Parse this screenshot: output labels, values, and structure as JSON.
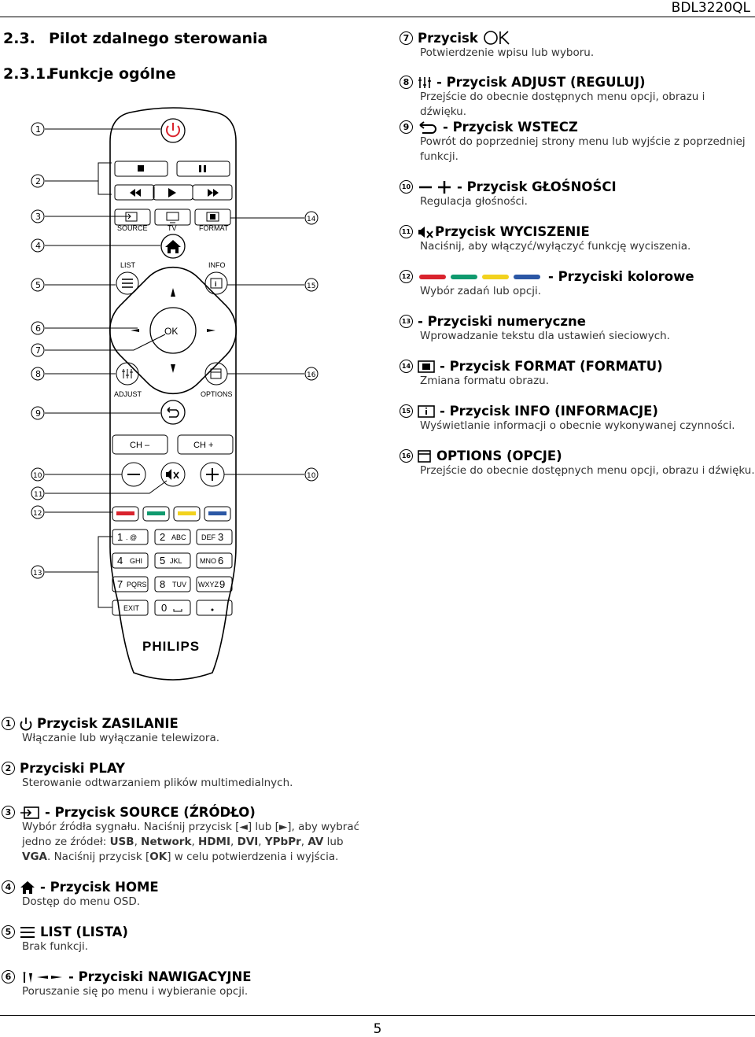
{
  "header": {
    "model": "BDL3220QL"
  },
  "sections": {
    "s1_num": "2.3.",
    "s1_title": "Pilot zdalnego sterowania",
    "s2_num": "2.3.1.",
    "s2_title": "Funkcje ogólne"
  },
  "remote": {
    "callouts_left": [
      "1",
      "2",
      "3",
      "4",
      "5",
      "6",
      "7",
      "8",
      "9",
      "10",
      "11",
      "12",
      "13"
    ],
    "callouts_right": [
      "14",
      "15",
      "16",
      "10"
    ],
    "labels": {
      "source": "SOURCE",
      "tv": "TV",
      "format": "FORMAT",
      "list": "LIST",
      "info": "INFO",
      "ok": "OK",
      "adjust": "ADJUST",
      "options": "OPTIONS",
      "ch_minus": "CH",
      "ch_plus": "CH",
      "brand": "PHILIPS",
      "exit": "EXIT"
    },
    "keypad": [
      {
        "num": "1",
        "sub": ". @"
      },
      {
        "num": "2",
        "sub": "ABC"
      },
      {
        "num": "3",
        "sub": "DEF"
      },
      {
        "num": "4",
        "sub": "GHI"
      },
      {
        "num": "5",
        "sub": "JKL"
      },
      {
        "num": "6",
        "sub": "MNO"
      },
      {
        "num": "7",
        "sub": "PQRS"
      },
      {
        "num": "8",
        "sub": "TUV"
      },
      {
        "num": "9",
        "sub": "WXYZ"
      },
      {
        "num": "0",
        "sub": ""
      }
    ],
    "colors": {
      "red": "#d9232d",
      "green": "#0f9a6e",
      "yellow": "#f2d21e",
      "blue": "#2b57a5"
    }
  },
  "right_items": [
    {
      "n": "7",
      "title": "Przycisk",
      "desc": "Potwierdzenie wpisu lub wyboru."
    },
    {
      "n": "8",
      "title": "- Przycisk ADJUST (REGULUJ)",
      "desc": "Przejście do obecnie dostępnych menu opcji, obrazu i dźwięku."
    },
    {
      "n": "9",
      "title": "- Przycisk WSTECZ",
      "desc": "Powrót do poprzedniej strony menu lub wyjście z poprzedniej funkcji."
    },
    {
      "n": "10",
      "title": "- Przycisk GŁOŚNOŚCI",
      "desc": "Regulacja głośności."
    },
    {
      "n": "11",
      "title": "Przycisk WYCISZENIE",
      "desc": "Naciśnij, aby włączyć/wyłączyć funkcję wyciszenia."
    },
    {
      "n": "12",
      "title": "- Przyciski kolorowe",
      "desc": "Wybór zadań lub opcji."
    },
    {
      "n": "13",
      "title": "- Przyciski numeryczne",
      "desc": "Wprowadzanie tekstu dla ustawień sieciowych."
    },
    {
      "n": "14",
      "title": "- Przycisk FORMAT (FORMATU)",
      "desc": "Zmiana formatu obrazu."
    },
    {
      "n": "15",
      "title": "- Przycisk INFO (INFORMACJE)",
      "desc": "Wyświetlanie informacji o obecnie wykonywanej czynności."
    },
    {
      "n": "16",
      "title": "OPTIONS (OPCJE)",
      "desc": "Przejście do obecnie dostępnych menu opcji, obrazu i dźwięku."
    }
  ],
  "left_items": [
    {
      "n": "1",
      "title": "Przycisk ZASILANIE",
      "desc": "Włączanie lub wyłączanie telewizora."
    },
    {
      "n": "2",
      "title": "Przyciski PLAY",
      "desc": "Sterowanie odtwarzaniem plików multimedialnych."
    },
    {
      "n": "3",
      "title": "- Przycisk SOURCE (ŹRÓDŁO)",
      "desc_a": "Wybór źródła sygnału. Naciśnij przycisk [",
      "desc_b": "] lub [",
      "desc_c": "], aby wybrać",
      "desc_d": "jedno ze źródeł: ",
      "src_usb": "USB",
      "src_net": "Network",
      "src_hdmi": "HDMI",
      "src_dvi": "DVI",
      "src_ypbpr": "YPbPr",
      "src_av": "AV",
      "lub": " lub",
      "src_vga": "VGA",
      "desc_e": ". Naciśnij przycisk [",
      "desc_f": "] w celu potwierdzenia i wyjścia."
    },
    {
      "n": "4",
      "title": "- Przycisk HOME",
      "desc": "Dostęp do menu OSD."
    },
    {
      "n": "5",
      "title": "LIST (LISTA)",
      "desc": "Brak funkcji."
    },
    {
      "n": "6",
      "title": "- Przyciski NAWIGACYJNE",
      "desc": "Poruszanie się po menu i wybieranie opcji."
    }
  ],
  "footer": {
    "page": "5"
  }
}
